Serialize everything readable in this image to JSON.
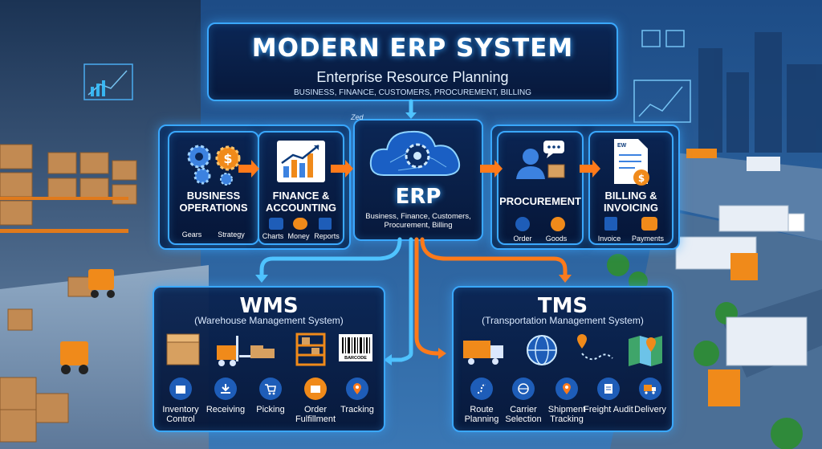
{
  "header": {
    "title": "MODERN ERP SYSTEM",
    "subtitle": "Enterprise Resource Planning",
    "tags": "BUSINESS, FINANCE, CUSTOMERS, PROCUREMENT, BILLING"
  },
  "modules": {
    "business_operations": {
      "label": "BUSINESS OPERATIONS",
      "items": [
        "Gears",
        "Strategy"
      ]
    },
    "finance": {
      "label": "FINANCE & ACCOUNTING",
      "items": [
        "Charts",
        "Money",
        "Reports"
      ]
    },
    "procurement": {
      "label": "PROCUREMENT",
      "items": [
        "Order",
        "Goods"
      ]
    },
    "billing": {
      "label": "BILLING & INVOICING",
      "items": [
        "Invoice",
        "Payments"
      ]
    }
  },
  "erp": {
    "label": "ERP",
    "description": "Business, Finance, Customers, Procurement, Billing",
    "cloud_tag": "Zed"
  },
  "wms": {
    "title": "WMS",
    "subtitle": "(Warehouse Management System)",
    "barcode_label": "BARCODE",
    "features": [
      "Inventory Control",
      "Receiving",
      "Picking",
      "Order Fulfillment",
      "Tracking"
    ]
  },
  "tms": {
    "title": "TMS",
    "subtitle": "(Transportation Management System)",
    "features": [
      "Route Planning",
      "Carrier Selection",
      "Shipment Tracking",
      "Freight Audit",
      "Delivery"
    ]
  },
  "invoice_doc_label": "EW",
  "colors": {
    "panel_border": "#3aa8ff",
    "arrow_orange": "#ff7a1a",
    "arrow_blue": "#4fc3ff",
    "circle_fill": "#1e5db8"
  }
}
